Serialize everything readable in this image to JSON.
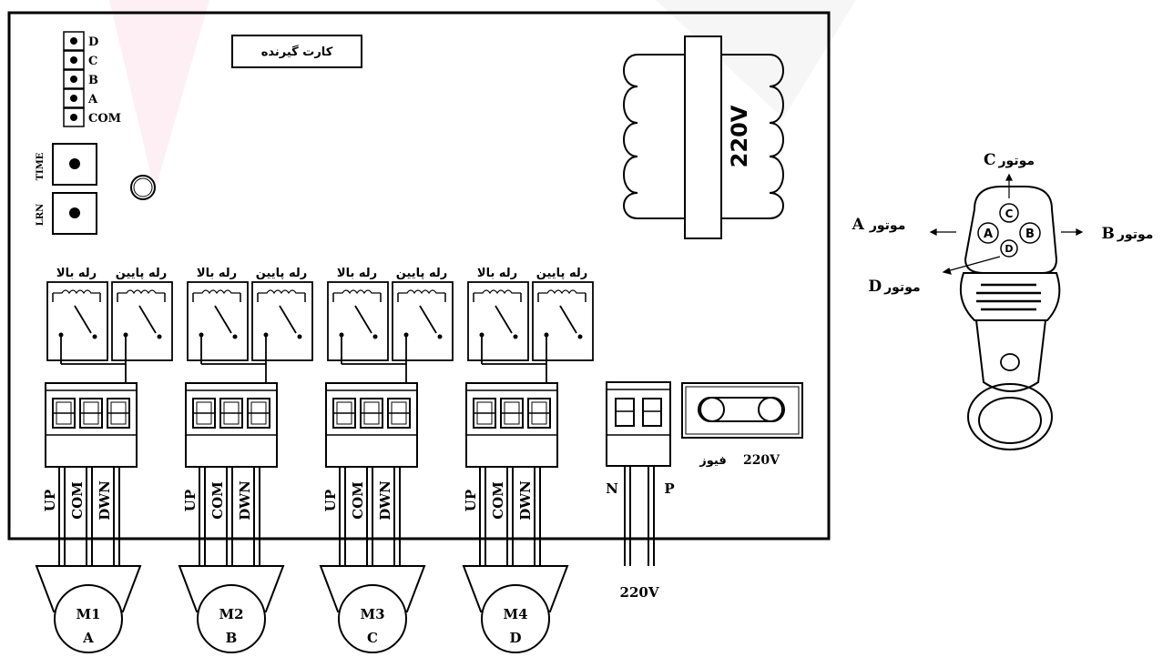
{
  "board": {
    "card_label": "کارت گیرنده",
    "pins": [
      "D",
      "C",
      "B",
      "A",
      "COM"
    ],
    "buttons": [
      "TIME",
      "LRN"
    ],
    "transformer_label": "220V",
    "relay_up": "رله بالا",
    "relay_down": "رله پایین",
    "terminal_labels": [
      "UP",
      "COM",
      "DWN"
    ],
    "fuse_label": "فیوز",
    "fuse_voltage": "220V",
    "power": {
      "n": "N",
      "p": "P",
      "voltage": "220V"
    }
  },
  "motors": [
    {
      "name": "M1",
      "letter": "A"
    },
    {
      "name": "M2",
      "letter": "B"
    },
    {
      "name": "M3",
      "letter": "C"
    },
    {
      "name": "M4",
      "letter": "D"
    }
  ],
  "remote": {
    "motor_word": "موتور",
    "buttons": [
      "A",
      "B",
      "C",
      "D"
    ],
    "label_c": "C",
    "label_a": "A",
    "label_b": "B",
    "label_d": "D"
  }
}
